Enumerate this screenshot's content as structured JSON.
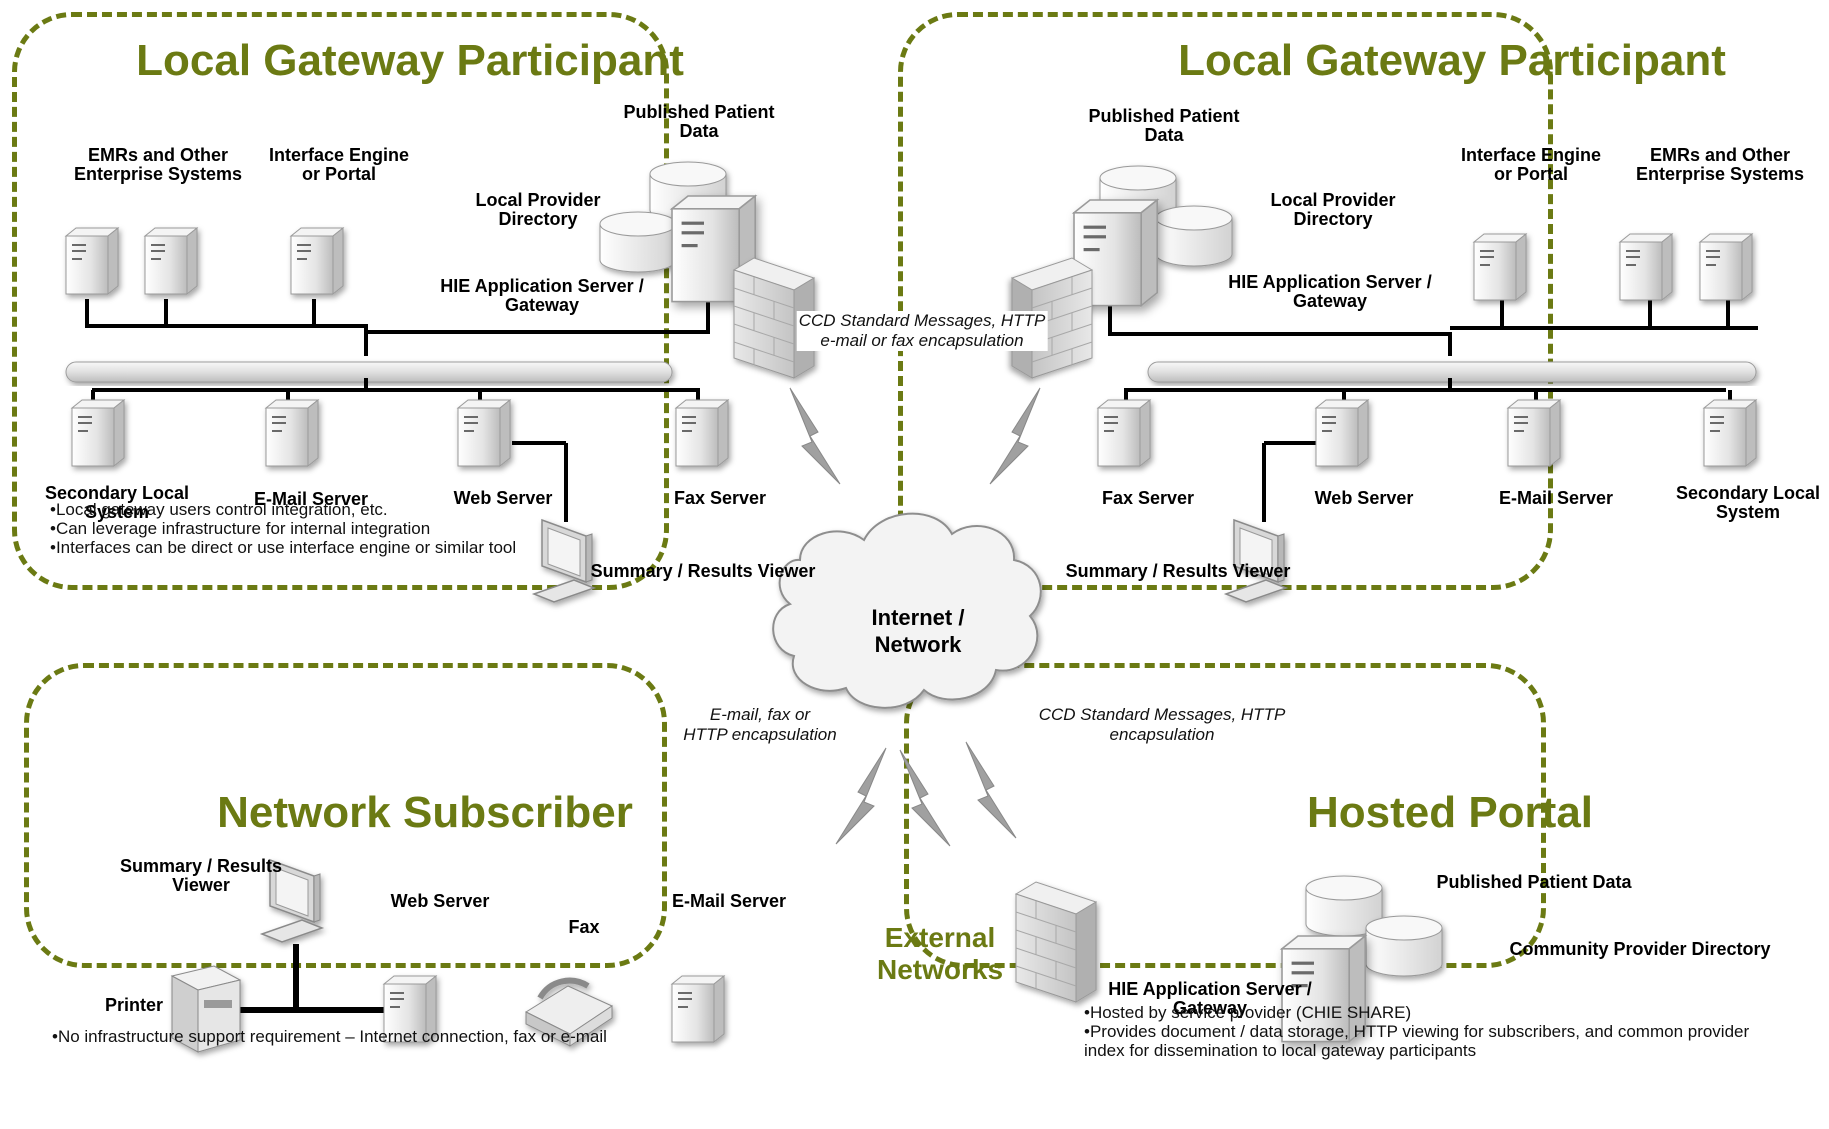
{
  "regions": {
    "top_left": {
      "title": "Local Gateway Participant",
      "labels": {
        "emrs": [
          "EMRs and Other",
          "Enterprise Systems"
        ],
        "interface_engine": [
          "Interface Engine",
          "or Portal"
        ],
        "published_data": [
          "Published Patient",
          "Data"
        ],
        "provider_directory": [
          "Local Provider",
          "Directory"
        ],
        "app_server": [
          "HIE Application Server /",
          "Gateway"
        ],
        "secondary": [
          "Secondary Local",
          "System"
        ],
        "email_server": "E-Mail Server",
        "web_server": "Web Server",
        "fax_server": "Fax Server",
        "viewer": "Summary / Results Viewer"
      },
      "notes": [
        "•Local gateway users control integration, etc.",
        "•Can leverage infrastructure for internal integration",
        "•Interfaces can be direct or use interface engine or similar tool"
      ]
    },
    "top_right": {
      "title": "Local Gateway Participant",
      "labels": {
        "published_data": [
          "Published Patient",
          "Data"
        ],
        "provider_directory": [
          "Local Provider",
          "Directory"
        ],
        "app_server": [
          "HIE Application Server /",
          "Gateway"
        ],
        "interface_engine": [
          "Interface Engine",
          "or Portal"
        ],
        "emrs": [
          "EMRs and Other",
          "Enterprise Systems"
        ],
        "fax_server": "Fax Server",
        "web_server": "Web Server",
        "email_server": "E-Mail Server",
        "secondary": [
          "Secondary Local",
          "System"
        ],
        "viewer": "Summary / Results Viewer"
      }
    },
    "bottom_left": {
      "title": "Network Subscriber",
      "labels": {
        "viewer": [
          "Summary / Results",
          "Viewer"
        ],
        "web_server": "Web Server",
        "fax": "Fax",
        "email_server": "E-Mail Server",
        "printer": "Printer"
      },
      "notes": [
        "•No infrastructure support requirement – Internet connection, fax or e-mail"
      ]
    },
    "bottom_right": {
      "title": "Hosted Portal",
      "labels": {
        "published_data": "Published Patient Data",
        "community_directory": "Community Provider Directory",
        "app_server": [
          "HIE Application Server /",
          "Gateway"
        ]
      },
      "notes": [
        "•Hosted by service provider (CHIE SHARE)",
        "•Provides document / data storage, HTTP viewing for subscribers, and common provider",
        "index for dissemination to local gateway participants"
      ]
    }
  },
  "center": {
    "cloud": [
      "Internet /",
      "Network"
    ],
    "external": [
      "External",
      "Networks"
    ],
    "link_top": [
      "CCD Standard Messages, HTTP",
      "e-mail or fax encapsulation"
    ],
    "link_bottom_left": [
      "E-mail, fax or",
      "HTTP encapsulation"
    ],
    "link_bottom_right": [
      "CCD Standard Messages, HTTP",
      "encapsulation"
    ]
  },
  "colors": {
    "accent": "#6b7a13",
    "lightning": "#9a9a9a"
  }
}
